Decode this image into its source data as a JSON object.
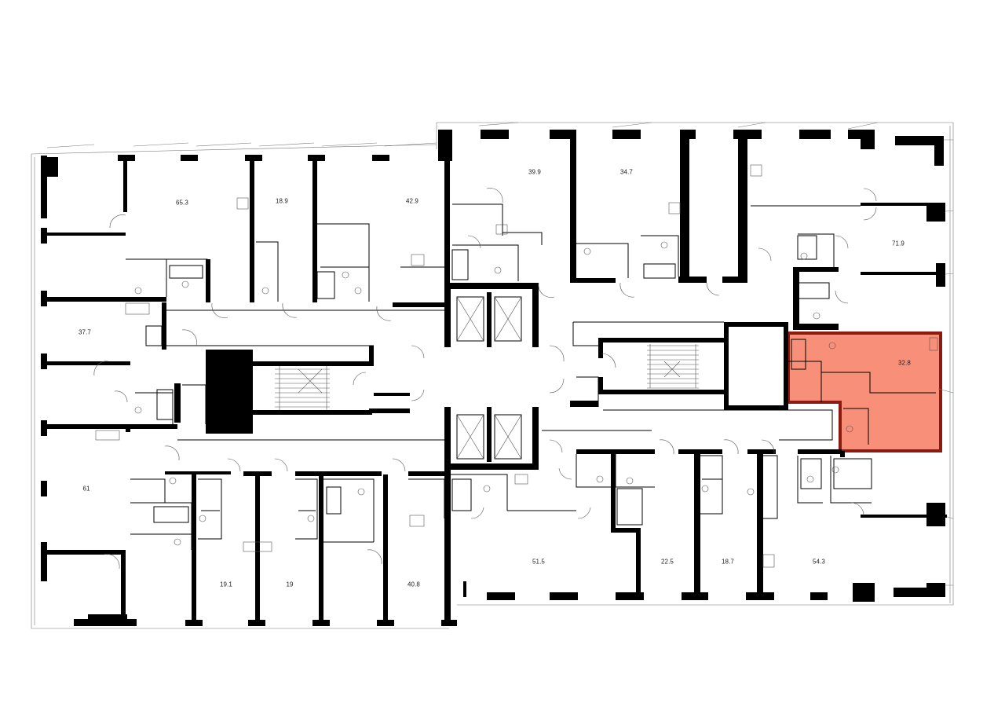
{
  "plan": {
    "highlight_color": "#f88f78",
    "highlight_border": "#8b1a10",
    "apartments": [
      {
        "id": "apt-65-3",
        "area": "65.3",
        "selected": false
      },
      {
        "id": "apt-18-9",
        "area": "18.9",
        "selected": false
      },
      {
        "id": "apt-42-9",
        "area": "42.9",
        "selected": false
      },
      {
        "id": "apt-39-9",
        "area": "39.9",
        "selected": false
      },
      {
        "id": "apt-34-7",
        "area": "34.7",
        "selected": false
      },
      {
        "id": "apt-71-9",
        "area": "71.9",
        "selected": false
      },
      {
        "id": "apt-37-7",
        "area": "37.7",
        "selected": false
      },
      {
        "id": "apt-32-8",
        "area": "32.8",
        "selected": true
      },
      {
        "id": "apt-61",
        "area": "61",
        "selected": false
      },
      {
        "id": "apt-19-1",
        "area": "19.1",
        "selected": false
      },
      {
        "id": "apt-19",
        "area": "19",
        "selected": false
      },
      {
        "id": "apt-40-8",
        "area": "40.8",
        "selected": false
      },
      {
        "id": "apt-51-5",
        "area": "51.5",
        "selected": false
      },
      {
        "id": "apt-22-5",
        "area": "22.5",
        "selected": false
      },
      {
        "id": "apt-18-7",
        "area": "18.7",
        "selected": false
      },
      {
        "id": "apt-54-3",
        "area": "54.3",
        "selected": false
      }
    ]
  }
}
